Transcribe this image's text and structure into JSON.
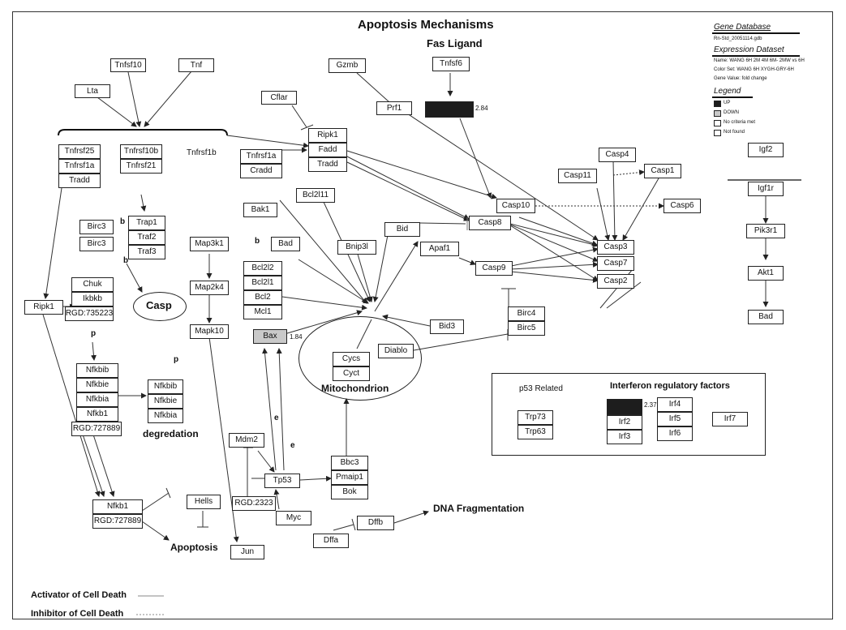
{
  "title": "Apoptosis Mechanisms",
  "subtitle": "Fas Ligand",
  "info": {
    "db_title": "Gene Database",
    "db_file": "Rn-Std_20051114.gdb",
    "expr_title": "Expression Dataset",
    "name_line": "Name: WANG 6H 2M 4M 6M- 2MW vs 6H",
    "colorset_line": "Color Set: WANG 6H XYGH-GRY-6H",
    "genevalue_line": "Gene Value: fold change"
  },
  "legend": {
    "title": "Legend",
    "items": [
      "UP",
      "DOWN",
      "No criteria met",
      "Not found"
    ],
    "colors": [
      "#1d1d1d",
      "#c9c9c9",
      "#ffffff",
      "#ffffff"
    ]
  },
  "nodes": {
    "tnfsf10": "Tnfsf10",
    "tnf": "Tnf",
    "lta": "Lta",
    "gzmb": "Gzmb",
    "tnfsf6": "Tnfsf6",
    "prf1": "Prf1",
    "cflar": "Cflar",
    "ripk1_top": "Ripk1",
    "fadd": "Fadd",
    "tradd_top": "Tradd",
    "tnfrsf25": "Tnfrsf25",
    "tnfrsf1a_l": "Tnfrsf1a",
    "tradd_l": "Tradd",
    "tnfrsf10b": "Tnfrsf10b",
    "tnfrsf21": "Tnfrsf21",
    "tnfrsf1b": "Tnfrsf1b",
    "tnfrsf1a_m": "Tnfrsf1a",
    "cradd": "Cradd",
    "birc3_a": "Birc3",
    "birc3_b": "Birc3",
    "trap1": "Trap1",
    "traf2": "Traf2",
    "traf3": "Traf3",
    "map3k1": "Map3k1",
    "map2k4": "Map2k4",
    "mapk10": "Mapk10",
    "chuk": "Chuk",
    "ikbkb": "Ikbkb",
    "rgd735223": "RGD:735223",
    "ripk1_l": "Ripk1",
    "nfkbib_a": "Nfkbib",
    "nfkbie_a": "Nfkbie",
    "nfkbia_a": "Nfkbia",
    "nfkb1_a": "Nfkb1",
    "rgd727889_a": "RGD:727889",
    "nfkbib_b": "Nfkbib",
    "nfkbie_b": "Nfkbie",
    "nfkbia_b": "Nfkbia",
    "nfkb1_b": "Nfkb1",
    "rgd727889_b": "RGD:727889",
    "bcl2l11": "Bcl2l11",
    "bak1": "Bak1",
    "bad_m": "Bad",
    "bnip3l": "Bnip3l",
    "bcl2l2": "Bcl2l2",
    "bcl2l1": "Bcl2l1",
    "bcl2": "Bcl2",
    "mcl1": "Mcl1",
    "bax": "Bax",
    "bid": "Bid",
    "apaf1": "Apaf1",
    "bid3": "Bid3",
    "cycs": "Cycs",
    "cyct": "Cyct",
    "diablo": "Diablo",
    "casp4": "Casp4",
    "casp11": "Casp11",
    "casp1": "Casp1",
    "casp10": "Casp10",
    "casp6": "Casp6",
    "casp8": "Casp8",
    "casp3": "Casp3",
    "casp7": "Casp7",
    "casp9": "Casp9",
    "casp2": "Casp2",
    "birc4": "Birc4",
    "birc5": "Birc5",
    "igf2": "Igf2",
    "igf1r": "Igf1r",
    "pik3r1": "Pik3r1",
    "akt1": "Akt1",
    "bad_r": "Bad",
    "mdm2": "Mdm2",
    "tp53": "Tp53",
    "rgd2323": "RGD:2323",
    "myc": "Myc",
    "bbc3": "Bbc3",
    "pmaip1": "Pmaip1",
    "bok": "Bok",
    "hells": "Hells",
    "jun": "Jun",
    "dffa": "Dffa",
    "dffb": "Dffb",
    "trp73": "Trp73",
    "trp63": "Trp63",
    "irf2_up": "",
    "irf2": "Irf2",
    "irf3": "Irf3",
    "irf4": "Irf4",
    "irf5": "Irf5",
    "irf6": "Irf6",
    "irf7": "Irf7"
  },
  "values": {
    "tnfsf6": "2.84",
    "bax": "1.84",
    "irf2": "2.37"
  },
  "labels": {
    "casp": "Casp",
    "mitochondrion": "Mitochondrion",
    "degredation": "degredation",
    "apoptosis": "Apoptosis",
    "dna_frag": "DNA Fragmentation",
    "p53_related": "p53 Related",
    "irf_title": "Interferon regulatory factors",
    "activator": "Activator of Cell Death",
    "inhibitor": "Inhibitor of Cell Death",
    "b1": "b",
    "b2": "b",
    "b3": "b",
    "p1": "p",
    "p2": "p",
    "e1": "e",
    "e2": "e"
  }
}
